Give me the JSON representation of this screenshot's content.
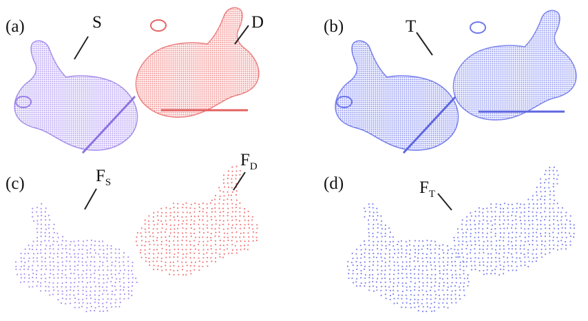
{
  "panels": [
    {
      "id": "a",
      "label": "(a)"
    },
    {
      "id": "b",
      "label": "(b)"
    },
    {
      "id": "c",
      "label": "(c)"
    },
    {
      "id": "d",
      "label": "(d)"
    }
  ],
  "callouts": {
    "S": {
      "main": "S",
      "sub": ""
    },
    "D": {
      "main": "D",
      "sub": ""
    },
    "T": {
      "main": "T",
      "sub": ""
    },
    "FS": {
      "main": "F",
      "sub": "S"
    },
    "FD": {
      "main": "F",
      "sub": "D"
    },
    "FT": {
      "main": "F",
      "sub": "T"
    }
  },
  "colors": {
    "source": "#a98ff2",
    "destination": "#f07a7a",
    "transformed": "#7f86ee"
  }
}
